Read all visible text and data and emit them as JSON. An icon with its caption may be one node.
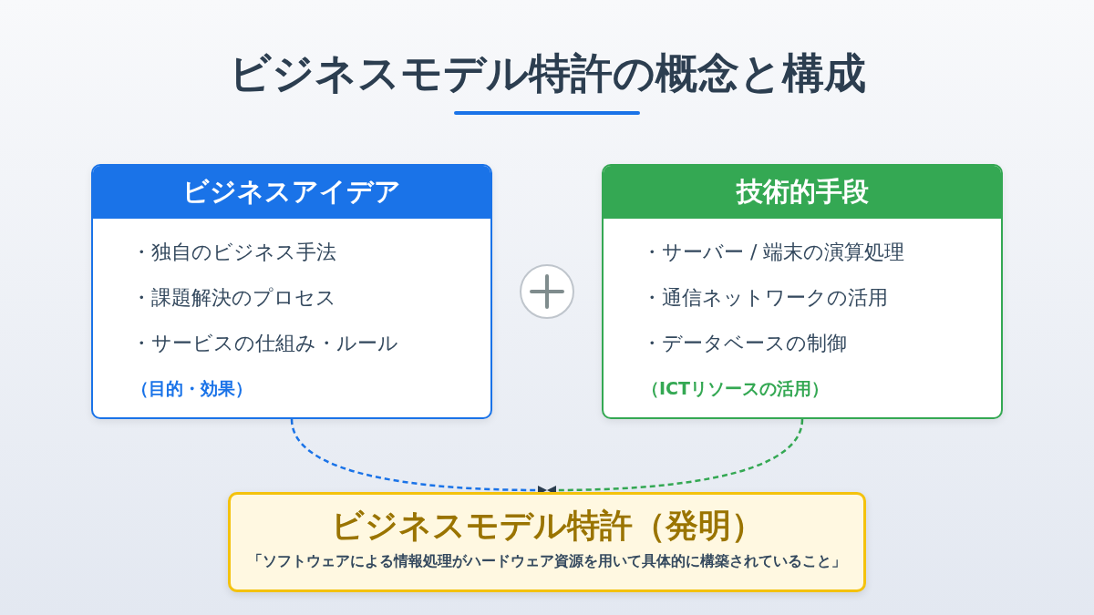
{
  "diagram": {
    "title": "ビジネスモデル特許の概念と構成",
    "nodes": [
      {
        "text": [
          "ビジネスアイデア",
          "・独自のビジネス手法",
          "・課題解決のプロセス",
          "・サービスの仕組み・ルール",
          "（目的・効果）"
        ]
      },
      {
        "text": [
          "技術的手段",
          "・サーバー / 端末の演算処理",
          "・通信ネットワークの活用",
          "・データベースの制御",
          "（ICTリソースの活用）"
        ]
      },
      {
        "text": [
          "ビジネスモデル特許（発明）",
          "「ソフトウェアによる情報処理がハードウェア資源を用いて具体的に構築されていること」"
        ]
      }
    ],
    "edges": [
      {
        "from": 0,
        "to": 2,
        "arrow": "to",
        "style": "dashed",
        "color": "#1a73e8"
      },
      {
        "from": 1,
        "to": 2,
        "arrow": "to",
        "style": "dashed",
        "color": "#34a853"
      }
    ]
  }
}
